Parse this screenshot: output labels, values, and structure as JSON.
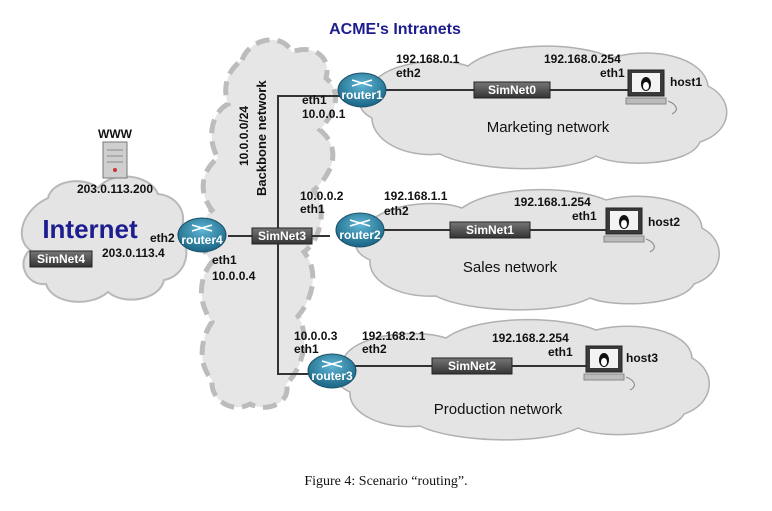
{
  "title": "ACME's Intranets",
  "caption": "Figure 4: Scenario “routing”.",
  "internet": {
    "label": "Internet",
    "box": "SimNet4",
    "www": "WWW",
    "www_ip": "203.0.113.200"
  },
  "backbone": {
    "subnet": "10.0.0.0/24",
    "name": "Backbone network",
    "box": "SimNet3"
  },
  "router4": {
    "name": "router4",
    "eth2": "eth2",
    "eth2_ip": "203.0.113.4",
    "eth1": "eth1",
    "eth1_ip": "10.0.0.4"
  },
  "router1": {
    "name": "router1",
    "eth1": "eth1",
    "eth1_ip": "10.0.0.1",
    "eth2": "eth2",
    "eth2_ip": "192.168.0.1",
    "box": "SimNet0",
    "host_ip": "192.168.0.254",
    "host_if": "eth1",
    "host": "host1",
    "network": "Marketing network"
  },
  "router2": {
    "name": "router2",
    "eth1": "eth1",
    "eth1_ip": "10.0.0.2",
    "eth2": "eth2",
    "eth2_ip": "192.168.1.1",
    "box": "SimNet1",
    "host_ip": "192.168.1.254",
    "host_if": "eth1",
    "host": "host2",
    "network": "Sales network"
  },
  "router3": {
    "name": "router3",
    "eth1": "eth1",
    "eth1_ip": "10.0.0.3",
    "eth2": "eth2",
    "eth2_ip": "192.168.2.1",
    "box": "SimNet2",
    "host_ip": "192.168.2.254",
    "host_if": "eth1",
    "host": "host3",
    "network": "Production network"
  },
  "colors": {
    "title": "#1d1d8f",
    "router": "#2f7fa0",
    "simnet_box": "#555555",
    "cloud": "#dcdcdc"
  }
}
